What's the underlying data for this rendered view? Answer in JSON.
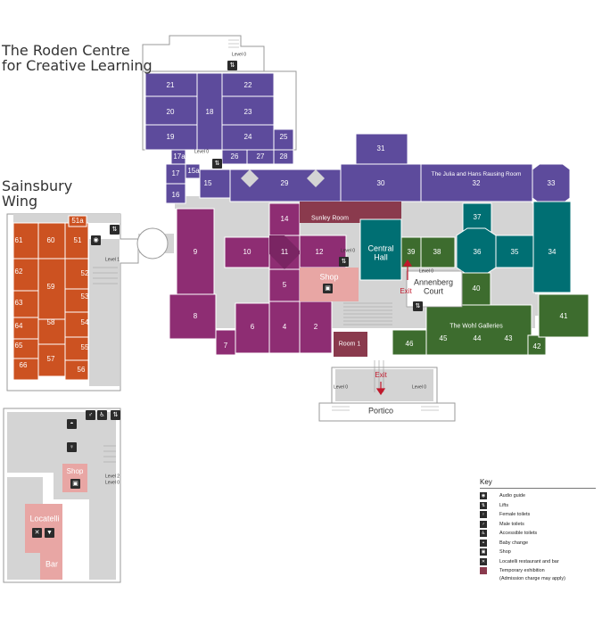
{
  "titles": {
    "roden": "The Roden Centre\nfor Creative Learning",
    "sainsbury": "Sainsbury\nWing"
  },
  "colors": {
    "purple_blue": "#5d4b9c",
    "magenta": "#8e2d73",
    "orange": "#cc5221",
    "teal": "#006f73",
    "green": "#3d6c2e",
    "sunley": "#8a3a4d",
    "shop_pink": "#e8a6a4",
    "corridor_grey": "#d4d4d4",
    "outline": "#9a9a9a",
    "exit_red": "#c0182c"
  },
  "rooms": {
    "r21": "21",
    "r22": "22",
    "r20": "20",
    "r18": "18",
    "r23": "23",
    "r19": "19",
    "r24": "24",
    "r25": "25",
    "r17a": "17a",
    "r15a": "15a",
    "r26": "26",
    "r27": "27",
    "r28": "28",
    "r17": "17",
    "r15": "15",
    "r16": "16",
    "r29": "29",
    "r30": "30",
    "r31": "31",
    "r32": "32",
    "r33": "33",
    "r14": "14",
    "r9": "9",
    "r10": "10",
    "r11": "11",
    "r12": "12",
    "r5": "5",
    "r8": "8",
    "r6": "6",
    "r4": "4",
    "r2": "2",
    "r7": "7",
    "r37": "37",
    "r39": "39",
    "r38": "38",
    "r36": "36",
    "r35": "35",
    "r34": "34",
    "r40": "40",
    "r41": "41",
    "r42": "42",
    "r43": "43",
    "r44": "44",
    "r45": "45",
    "r46": "46",
    "r51a": "51a",
    "r61": "61",
    "r60": "60",
    "r51": "51",
    "r62": "62",
    "r59": "59",
    "r52": "52",
    "r63": "63",
    "r53": "53",
    "r64": "64",
    "r58": "58",
    "r54": "54",
    "r65": "65",
    "r55": "55",
    "r66": "66",
    "r57": "57",
    "r56": "56"
  },
  "named_spaces": {
    "julia_hans": "The Julia and Hans Rausing Room",
    "sunley": "Sunley Room",
    "central_hall_1": "Central",
    "central_hall_2": "Hall",
    "shop_main": "Shop",
    "annenberg_1": "Annenberg",
    "annenberg_2": "Court",
    "wohl": "The Wohl Galleries",
    "room1": "Room 1",
    "portico": "Portico",
    "exit_upper": "Exit",
    "exit_lower": "Exit",
    "shop_lower": "Shop",
    "locatelli": "Locatelli",
    "bar": "Bar"
  },
  "level_labels": {
    "roden_top": "Level 0",
    "r15_level": "Level 0",
    "shop_level": "Level 0",
    "sainsbury_level": "Level 1",
    "annenberg_level": "Level 0",
    "portico_left": "Level 0",
    "portico_right": "Level 0",
    "lower_level2": "Level 2",
    "lower_level0": "Level 0"
  },
  "key": {
    "title": "Key",
    "items": [
      {
        "icon": "audio-guide-icon",
        "glyph": "◉",
        "label": "Audio guide"
      },
      {
        "icon": "lifts-icon",
        "glyph": "⇅",
        "label": "Lifts"
      },
      {
        "icon": "female-toilets-icon",
        "glyph": "♀",
        "label": "Female toilets"
      },
      {
        "icon": "male-toilets-icon",
        "glyph": "♂",
        "label": "Male toilets"
      },
      {
        "icon": "accessible-toilets-icon",
        "glyph": "♿",
        "label": "Accessible toilets"
      },
      {
        "icon": "baby-change-icon",
        "glyph": "◓",
        "label": "Baby change"
      },
      {
        "icon": "shop-icon",
        "glyph": "▣",
        "label": "Shop"
      },
      {
        "icon": "restaurant-bar-icon",
        "glyph": "✕",
        "label": "Locatelli restaurant and bar"
      },
      {
        "icon": "temporary-exhibition-icon",
        "glyph": "",
        "label": "Temporary exhibition"
      }
    ],
    "note": "(Admission charge may apply)"
  }
}
